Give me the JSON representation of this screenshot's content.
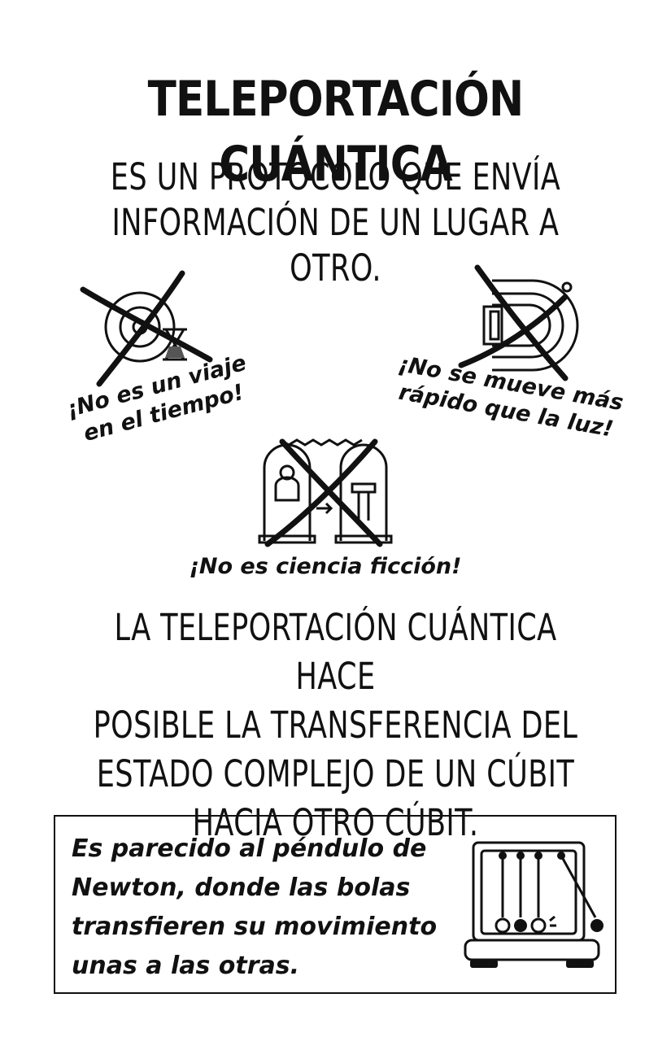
{
  "title": "TELEPORTACIÓN CUÁNTICA",
  "subtitle": [
    "ES UN PROTOCOLO QUE ENVÍA",
    "INFORMACIÓN DE UN LUGAR A OTRO."
  ],
  "misconceptions": [
    {
      "lines": [
        "¡No es un viaje",
        "en el tiempo!"
      ],
      "icon": "time-machine-icon"
    },
    {
      "lines": [
        "¡No se mueve más",
        "rápido que la luz!"
      ],
      "icon": "particle-accelerator-icon"
    },
    {
      "lines": [
        "¡No es ciencia ficción!"
      ],
      "icon": "teleporter-pods-icon"
    }
  ],
  "explanation": [
    "LA TELEPORTACIÓN CUÁNTICA HACE",
    "POSIBLE LA TRANSFERENCIA DEL",
    "ESTADO COMPLEJO DE UN CÚBIT",
    "HACIA OTRO CÚBIT."
  ],
  "analogy": {
    "lines": [
      "Es parecido al péndulo de",
      "Newton, donde las bolas",
      "transfieren su movimiento",
      "unas a las otras."
    ],
    "icon": "newtons-cradle-icon"
  }
}
